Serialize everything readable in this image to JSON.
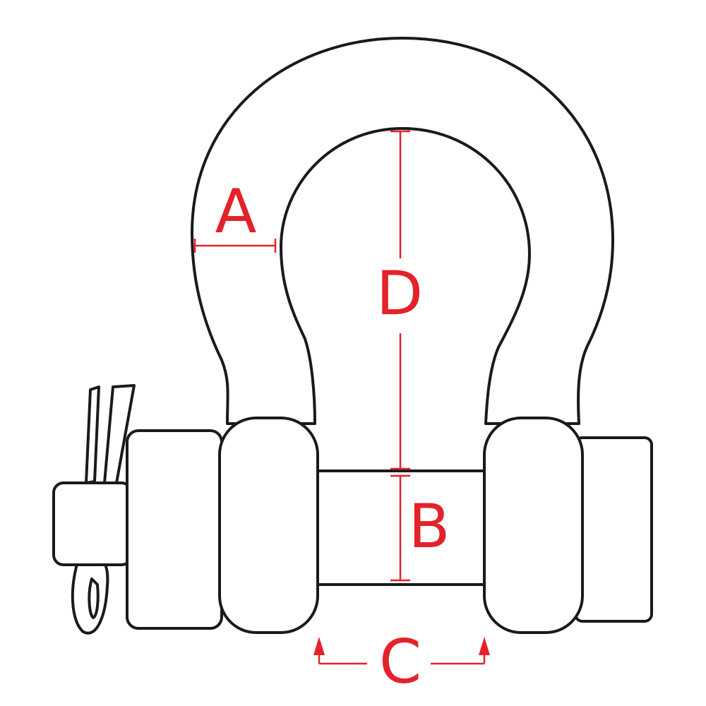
{
  "labels": {
    "a": "A",
    "b": "B",
    "c": "C",
    "d": "D"
  },
  "colors": {
    "outline": "#1a1a1a",
    "dimension": "#e42229",
    "background": "#ffffff"
  }
}
